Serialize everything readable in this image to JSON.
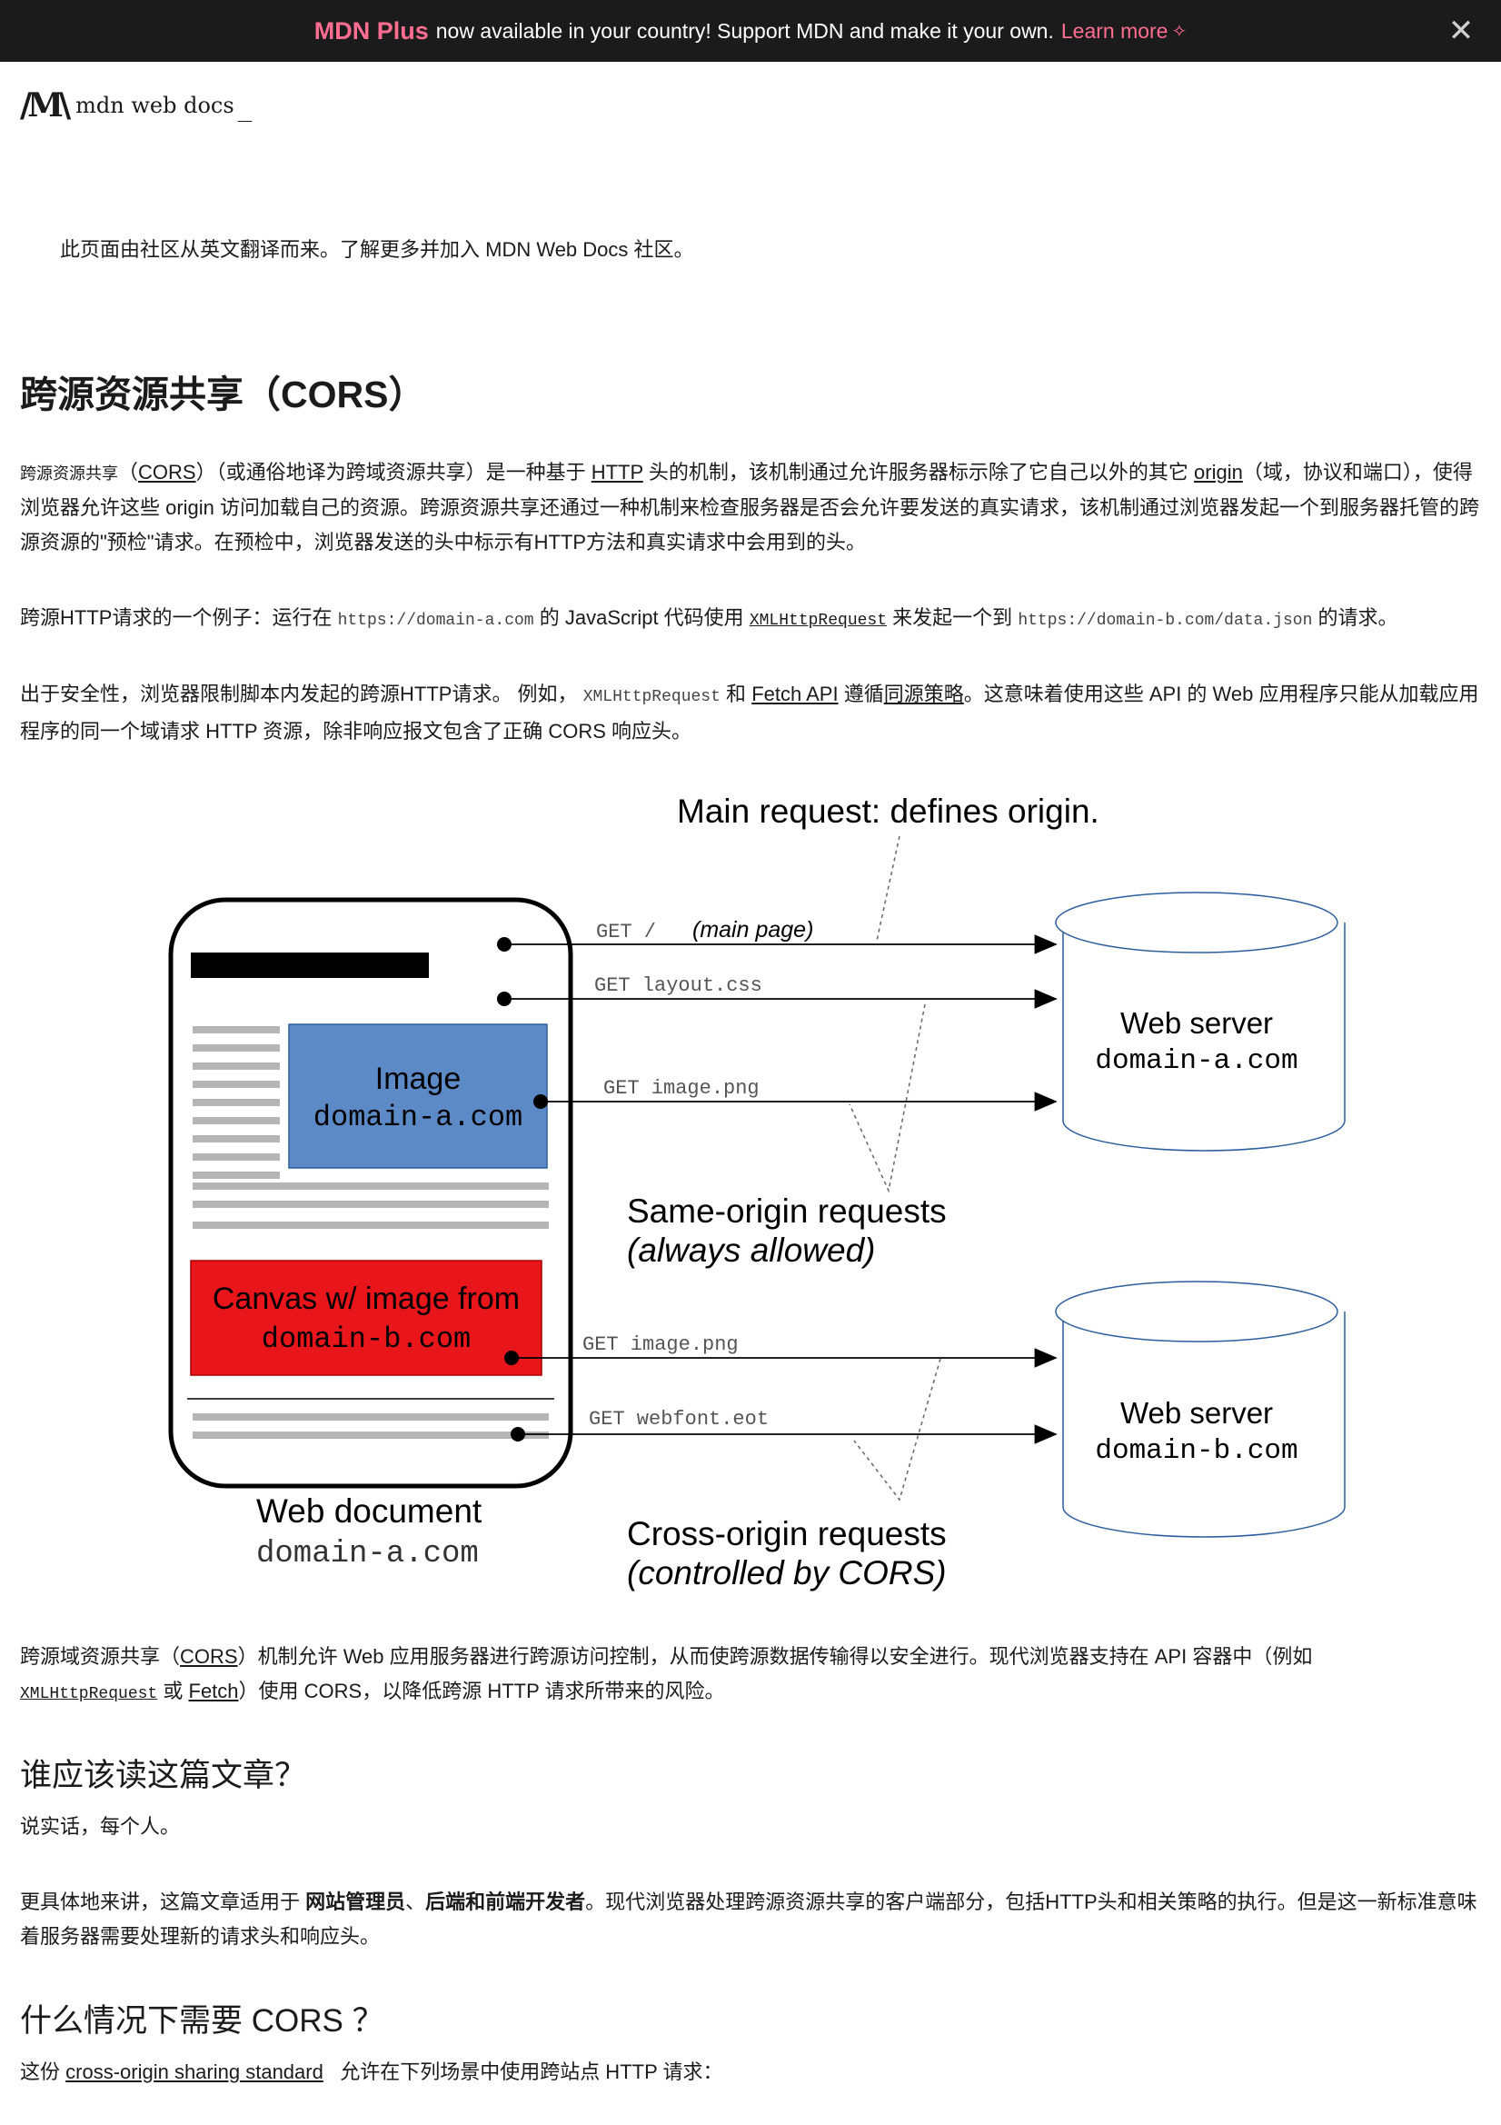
{
  "banner": {
    "brand": "MDN Plus",
    "text": "now available in your country! Support MDN and make it your own.",
    "learn_more": "Learn more",
    "sparkle": "✧",
    "close": "✕"
  },
  "header": {
    "logo_mark": "/M\\",
    "logo_text": "mdn web docs",
    "logo_cursor": "_"
  },
  "translation_note": "此页面由社区从英文翻译而来。了解更多并加入 MDN Web Docs 社区。",
  "title": "跨源资源共享（CORS）",
  "intro": {
    "p1_term": "跨源资源共享",
    "p1_a": "（",
    "p1_cors": "CORS",
    "p1_b": "）（或通俗地译为跨域资源共享）是一种基于",
    "p1_http": "HTTP",
    "p1_c": "头的机制，该机制通过允许服务器标示除了它自己以外的其它",
    "p1_origin": "origin",
    "p1_d": "（域，协议和端口），使得浏览器允许这些 origin 访问加载自己的资源。跨源资源共享还通过一种机制来检查服务器是否会允许要发送的真实请求，该机制通过浏览器发起一个到服务器托管的跨源资源的\"预检\"请求。在预检中，浏览器发送的头中标示有HTTP方法和真实请求中会用到的头。",
    "p2_a": "跨源HTTP请求的一个例子：运行在",
    "p2_code1": "https://domain-a.com",
    "p2_b": "的 JavaScript 代码使用",
    "p2_code2": "XMLHttpRequest",
    "p2_c": "来发起一个到",
    "p2_code3": "https://domain-b.com/data.json",
    "p2_d": "的请求。",
    "p3_a": "出于安全性，浏览器限制脚本内发起的跨源HTTP请求。 例如，",
    "p3_code": "XMLHttpRequest",
    "p3_b": "和",
    "p3_fetch": "Fetch API",
    "p3_c": "遵循",
    "p3_same": "同源策略",
    "p3_d": "。这意味着使用这些 API 的 Web 应用程序只能从加载应用程序的同一个域请求 HTTP 资源，除非响应报文包含了正确 CORS 响应头。"
  },
  "diagram": {
    "main_request": "Main request: defines origin.",
    "get_main": "GET /",
    "main_page": "(main page)",
    "get_layout": "GET layout.css",
    "get_image_a": "GET image.png",
    "image_label": "Image",
    "image_domain": "domain-a.com",
    "server_a_label": "Web server",
    "server_a_domain": "domain-a.com",
    "same_origin_1": "Same-origin requests",
    "same_origin_2": "(always allowed)",
    "canvas_label": "Canvas w/ image from",
    "canvas_domain": "domain-b.com",
    "get_image_b": "GET image.png",
    "get_webfont": "GET webfont.eot",
    "server_b_label": "Web server",
    "server_b_domain": "domain-b.com",
    "doc_label": "Web document",
    "doc_domain": "domain-a.com",
    "cross_origin_1": "Cross-origin requests",
    "cross_origin_2": "(controlled by CORS)",
    "colors": {
      "image_box": "#5b8ac7",
      "canvas_box": "#e8161b"
    }
  },
  "after_diagram": {
    "a": "跨源域资源共享（",
    "cors": "CORS",
    "b": "）机制允许 Web 应用服务器进行跨源访问控制，从而使跨源数据传输得以安全进行。现代浏览器支持在 API 容器中（例如",
    "code": "XMLHttpRequest",
    "c": "或",
    "fetch": "Fetch",
    "d": "）使用 CORS，以降低跨源 HTTP 请求所带来的风险。"
  },
  "section_who": {
    "heading": "谁应该读这篇文章？",
    "p1": "说实话，每个人。",
    "p2_a": "更具体地来讲，这篇文章适用于",
    "p2_bold1": "网站管理员",
    "p2_sep": "、",
    "p2_bold2": "后端和前端开发者",
    "p2_b": "。现代浏览器处理跨源资源共享的客户端部分，包括HTTP头和相关策略的执行。但是这一新标准意味着服务器需要处理新的请求头和响应头。"
  },
  "section_when": {
    "heading": "什么情况下需要 CORS ？",
    "p_a": "这份",
    "p_link": "cross-origin sharing standard",
    "p_b": "允许在下列场景中使用跨站点 HTTP 请求："
  }
}
